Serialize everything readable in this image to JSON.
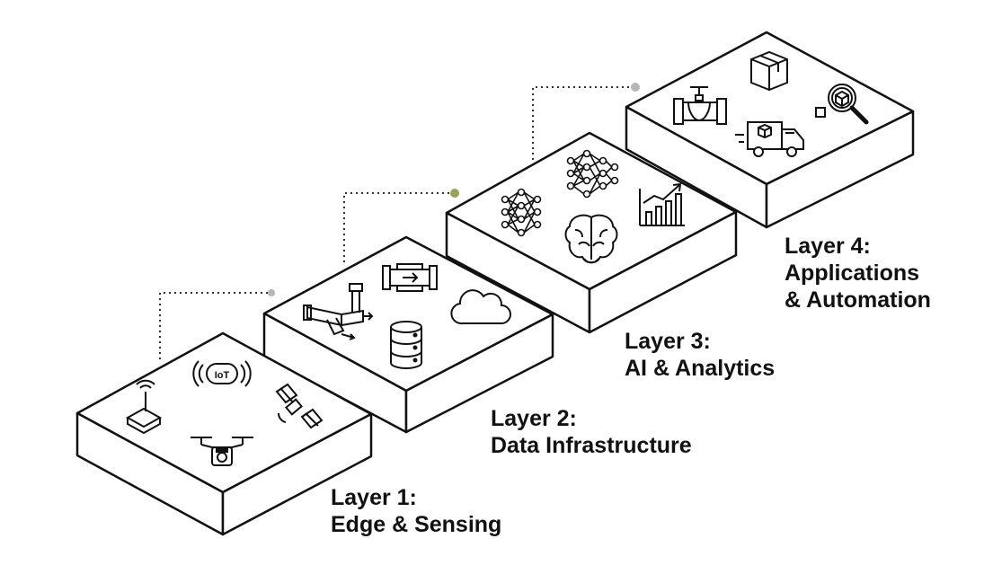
{
  "colors": {
    "stroke": "#111111",
    "block_fill": "#ffffff",
    "connector_dot": "#9aa25a",
    "connector_dot_alt": "#b7b7b7",
    "label": "#111111"
  },
  "layers": [
    {
      "number": 1,
      "label_line1": "Layer 1:",
      "label_line2": "Edge & Sensing",
      "icons": [
        "router-icon",
        "iot-signal-icon",
        "satellite-icon",
        "drone-icon"
      ],
      "iot_text": "IoT"
    },
    {
      "number": 2,
      "label_line1": "Layer 2:",
      "label_line2": "Data Infrastructure",
      "icons": [
        "pipe-valve-icon",
        "pipe-flow-icon",
        "database-icon",
        "cloud-icon"
      ]
    },
    {
      "number": 3,
      "label_line1": "Layer 3:",
      "label_line2": "AI & Analytics",
      "icons": [
        "neural-network-icon",
        "neural-network-icon",
        "brain-icon",
        "growth-chart-icon"
      ]
    },
    {
      "number": 4,
      "label_line1": "Layer 4:",
      "label_line2": "Applications",
      "label_line3": "& Automation",
      "icons": [
        "valve-icon",
        "package-box-icon",
        "inspect-magnifier-icon",
        "delivery-truck-icon"
      ]
    }
  ]
}
